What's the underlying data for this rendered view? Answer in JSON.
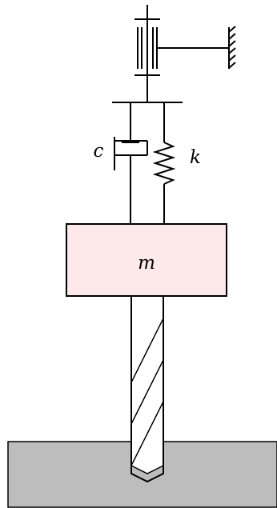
{
  "labels": {
    "damper": "c",
    "spring": "k",
    "mass": "m"
  },
  "colors": {
    "mass_fill": "#fde8ea",
    "workpiece_fill": "#bdbdbd",
    "stroke": "#000000"
  }
}
